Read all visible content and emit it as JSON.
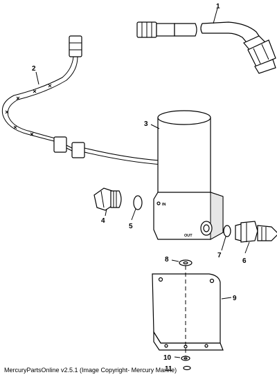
{
  "callouts": [
    "1",
    "2",
    "3",
    "4",
    "5",
    "6",
    "7",
    "8",
    "9",
    "10",
    "11"
  ],
  "body_markings": {
    "inlet": "IN",
    "outlet": "OUT"
  },
  "footer": "MercuryPartsOnline v2.5.1 (Image Copyright- Mercury Marine)"
}
